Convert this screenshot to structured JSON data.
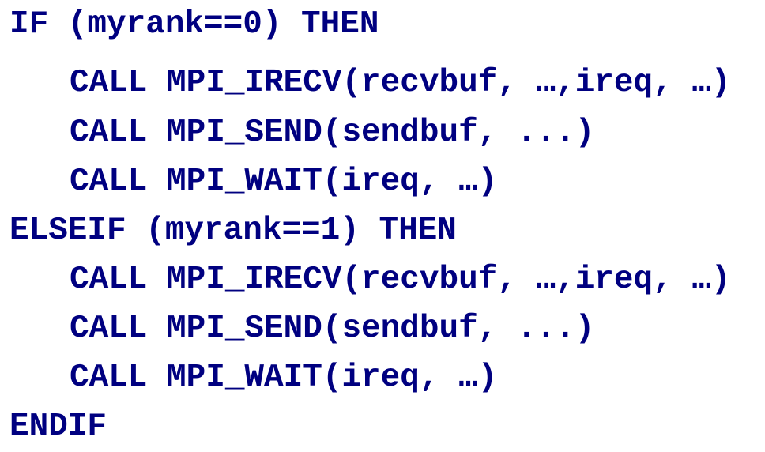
{
  "code": {
    "lines": [
      "IF (myrank==0) THEN",
      "CALL MPI_IRECV(recvbuf, …,ireq, …)",
      "CALL MPI_SEND(sendbuf, ...)",
      "CALL MPI_WAIT(ireq, …)",
      "ELSEIF (myrank==1) THEN",
      "CALL MPI_IRECV(recvbuf, …,ireq, …)",
      "CALL MPI_SEND(sendbuf, ...)",
      "CALL MPI_WAIT(ireq, …)",
      "ENDIF"
    ]
  },
  "colors": {
    "text": "#000080",
    "background": "#ffffff"
  }
}
